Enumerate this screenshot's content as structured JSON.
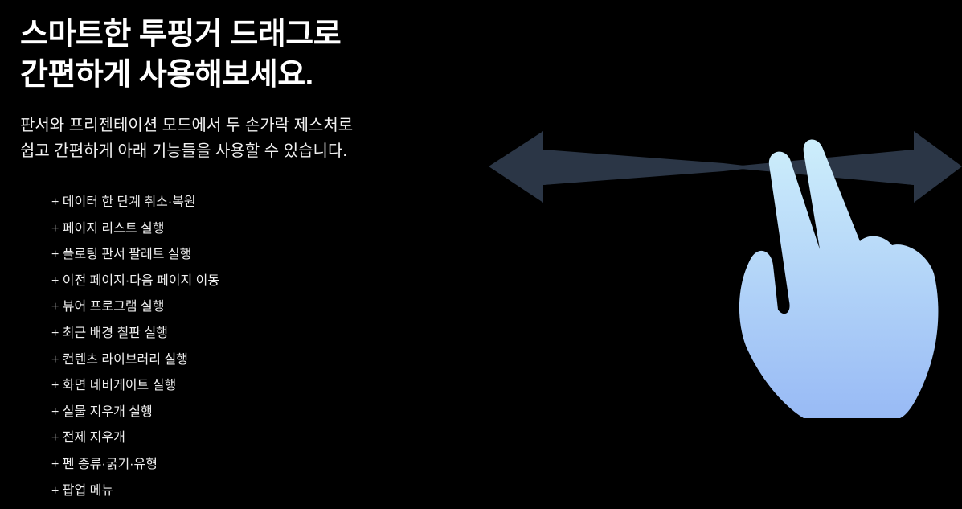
{
  "headline": {
    "line1": "스마트한 투핑거 드래그로",
    "line2": "간편하게 사용해보세요."
  },
  "description": {
    "line1": "판서와 프리젠테이션 모드에서 두 손가락 제스처로",
    "line2": "쉽고 간편하게 아래 기능들을 사용할 수 있습니다."
  },
  "features": [
    "+ 데이터 한 단계 취소·복원",
    "+ 페이지 리스트 실행",
    "+ 플로팅 판서 팔레트 실행",
    "+ 이전 페이지·다음 페이지 이동",
    "+ 뷰어 프로그램 실행",
    "+ 최근 배경 칠판 실행",
    "+ 컨텐츠 라이브러리 실행",
    "+ 화면 네비게이트 실행",
    "+ 실물 지우개 실행",
    "+ 전제 지우개",
    "+ 펜 종류·굵기·유형",
    "+ 팝업 메뉴"
  ],
  "illustration": {
    "icon": "two-finger-drag-gesture",
    "arrow_color": "#2b3646",
    "hand_color_top": "#cdeefb",
    "hand_color_bottom": "#98baf5"
  }
}
